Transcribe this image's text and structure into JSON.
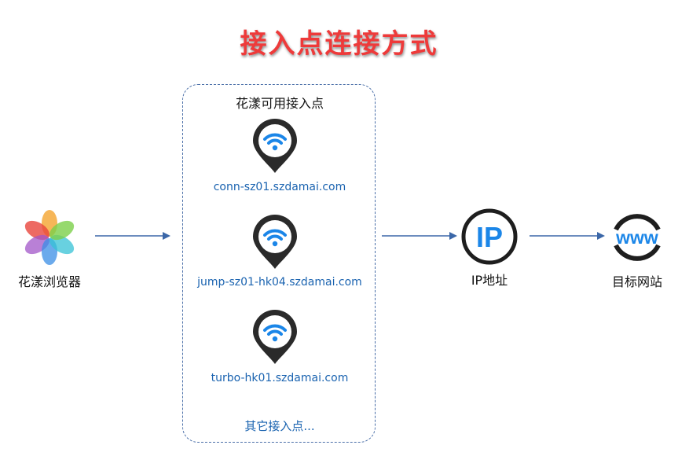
{
  "title": "接入点连接方式",
  "browser": {
    "label": "花漾浏览器"
  },
  "access_points": {
    "title": "花漾可用接入点",
    "items": [
      {
        "label": "conn-sz01.szdamai.com"
      },
      {
        "label": "jump-sz01-hk04.szdamai.com"
      },
      {
        "label": "turbo-hk01.szdamai.com"
      }
    ],
    "more": "其它接入点..."
  },
  "ip": {
    "text": "IP",
    "label": "IP地址"
  },
  "target": {
    "text": "www",
    "label": "目标网站"
  },
  "colors": {
    "title": "#ee3a3a",
    "link": "#1a63b0",
    "arrow": "#3b67a8",
    "border": "#4a6fa8",
    "pin": "#2a2a2a",
    "wifi": "#1b86e8"
  },
  "icons": [
    "flower-logo-icon",
    "wifi-pin-icon",
    "ip-icon",
    "www-globe-icon",
    "arrow-right-icon"
  ]
}
